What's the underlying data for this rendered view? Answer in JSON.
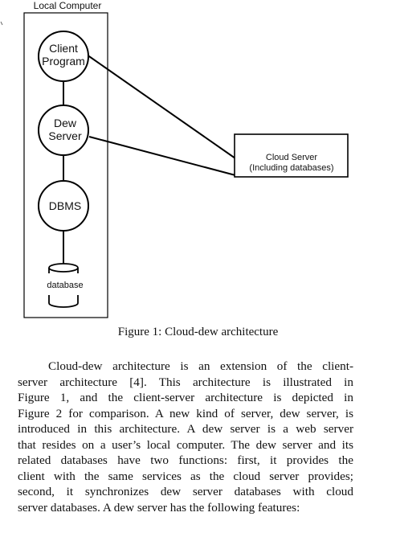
{
  "figure": {
    "group_label": "Local Computer",
    "nodes": {
      "client_line1": "Client",
      "client_line2": "Program",
      "dew_line1": "Dew",
      "dew_line2": "Server",
      "dbms": "DBMS",
      "database": "database",
      "cloud_line1": "Cloud Server",
      "cloud_line2": "(Including databases)"
    },
    "caption": "Figure 1: Cloud-dew architecture"
  },
  "paragraph": {
    "lines": [
      "Cloud-dew architecture is an extension of the client-",
      "server architecture [4]. This architecture is illustrated in",
      "Figure 1, and the client-server architecture is depicted in",
      "Figure 2 for comparison. A new kind of server, dew server, is",
      "introduced in this architecture. A dew server is a web server",
      "that resides on a user’s local computer. The dew server and its",
      "related databases have two functions: first, it provides the",
      "client with the same services as the cloud server provides;",
      "second, it synchronizes dew server databases with cloud",
      "server databases. A dew server has the following features:"
    ]
  },
  "colors": {
    "stroke": "#000000",
    "text": "#111111"
  }
}
